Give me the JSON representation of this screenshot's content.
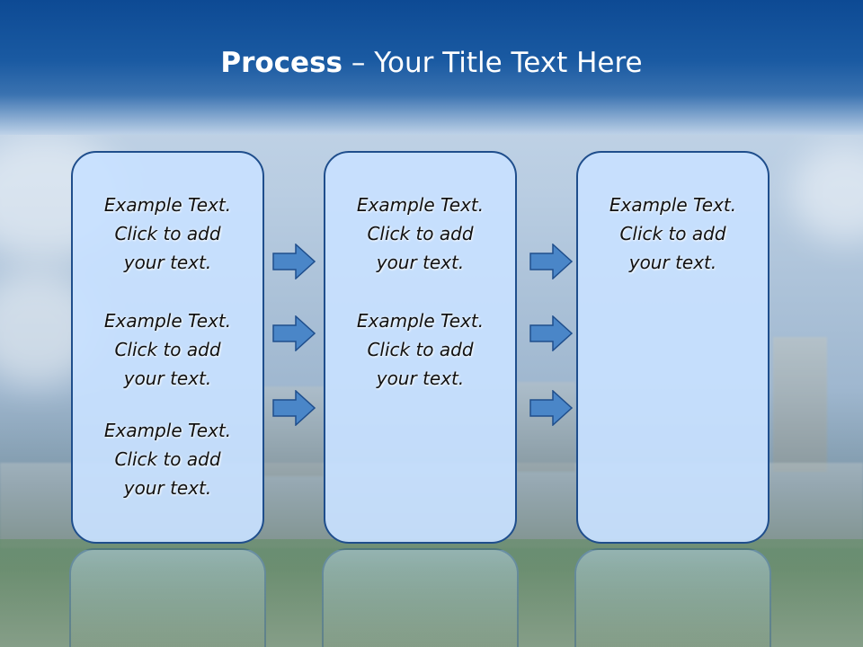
{
  "slide": {
    "title_bold": "Process",
    "title_rest": " – Your Title Text Here"
  },
  "boxes": [
    {
      "blocks": [
        [
          "Example Text.",
          "Click  to add",
          "your text."
        ],
        [
          "Example Text.",
          "Click  to add",
          "your text."
        ],
        [
          "Example Text.",
          "Click  to add",
          "your text."
        ]
      ]
    },
    {
      "blocks": [
        [
          "Example Text.",
          "Click  to add",
          "your text."
        ],
        [
          "Example Text.",
          "Click  to add",
          "your text."
        ]
      ]
    },
    {
      "blocks": [
        [
          "Example Text.",
          "Click  to add",
          "your text."
        ]
      ]
    }
  ],
  "colors": {
    "header": "#0d4a94",
    "box_fill": "#c8e1ff",
    "box_border": "#1f4e8c",
    "arrow_fill": "#4a86c8",
    "arrow_border": "#1f4e8c"
  },
  "icons": [
    "right-arrow-icon"
  ]
}
